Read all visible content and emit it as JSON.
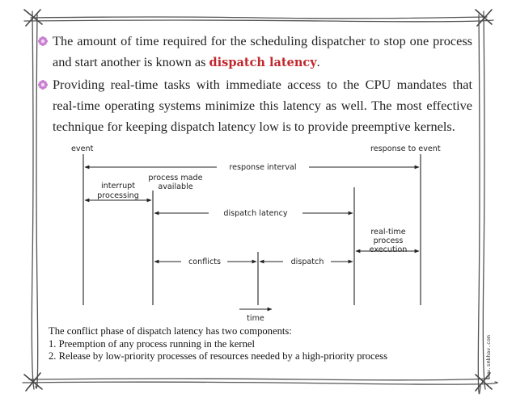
{
  "bullets": [
    {
      "before": "The amount of time required for the scheduling dispatcher to stop one process and start another is known as ",
      "highlight": "dispatch latency",
      "after": "."
    },
    {
      "before": "Providing real-time tasks with immediate access to the CPU mandates that real-time operating systems minimize this latency as well. The most effective technique for keeping dispatch latency low is to provide preemptive kernels.",
      "highlight": "",
      "after": ""
    }
  ],
  "diagram": {
    "event": "event",
    "response_to_event": "response to event",
    "response_interval": "response interval",
    "interrupt_processing_1": "interrupt",
    "interrupt_processing_2": "processing",
    "process_made_available_1": "process made",
    "process_made_available_2": "available",
    "dispatch_latency": "dispatch latency",
    "realtime_1": "real-time",
    "realtime_2": "process",
    "realtime_3": "execution",
    "conflicts": "conflicts",
    "dispatch": "dispatch",
    "time": "time"
  },
  "notes": [
    "The conflict phase of dispatch latency has two components:",
    "1. Preemption of any process running in the kernel",
    "2. Release by low-priority processes of resources needed by a high-priority process"
  ],
  "side_mark": "www.smbhav.com",
  "colors": {
    "highlight": "#c0272d",
    "bullet_icon": "#c87fd0",
    "frame": "#555555"
  }
}
